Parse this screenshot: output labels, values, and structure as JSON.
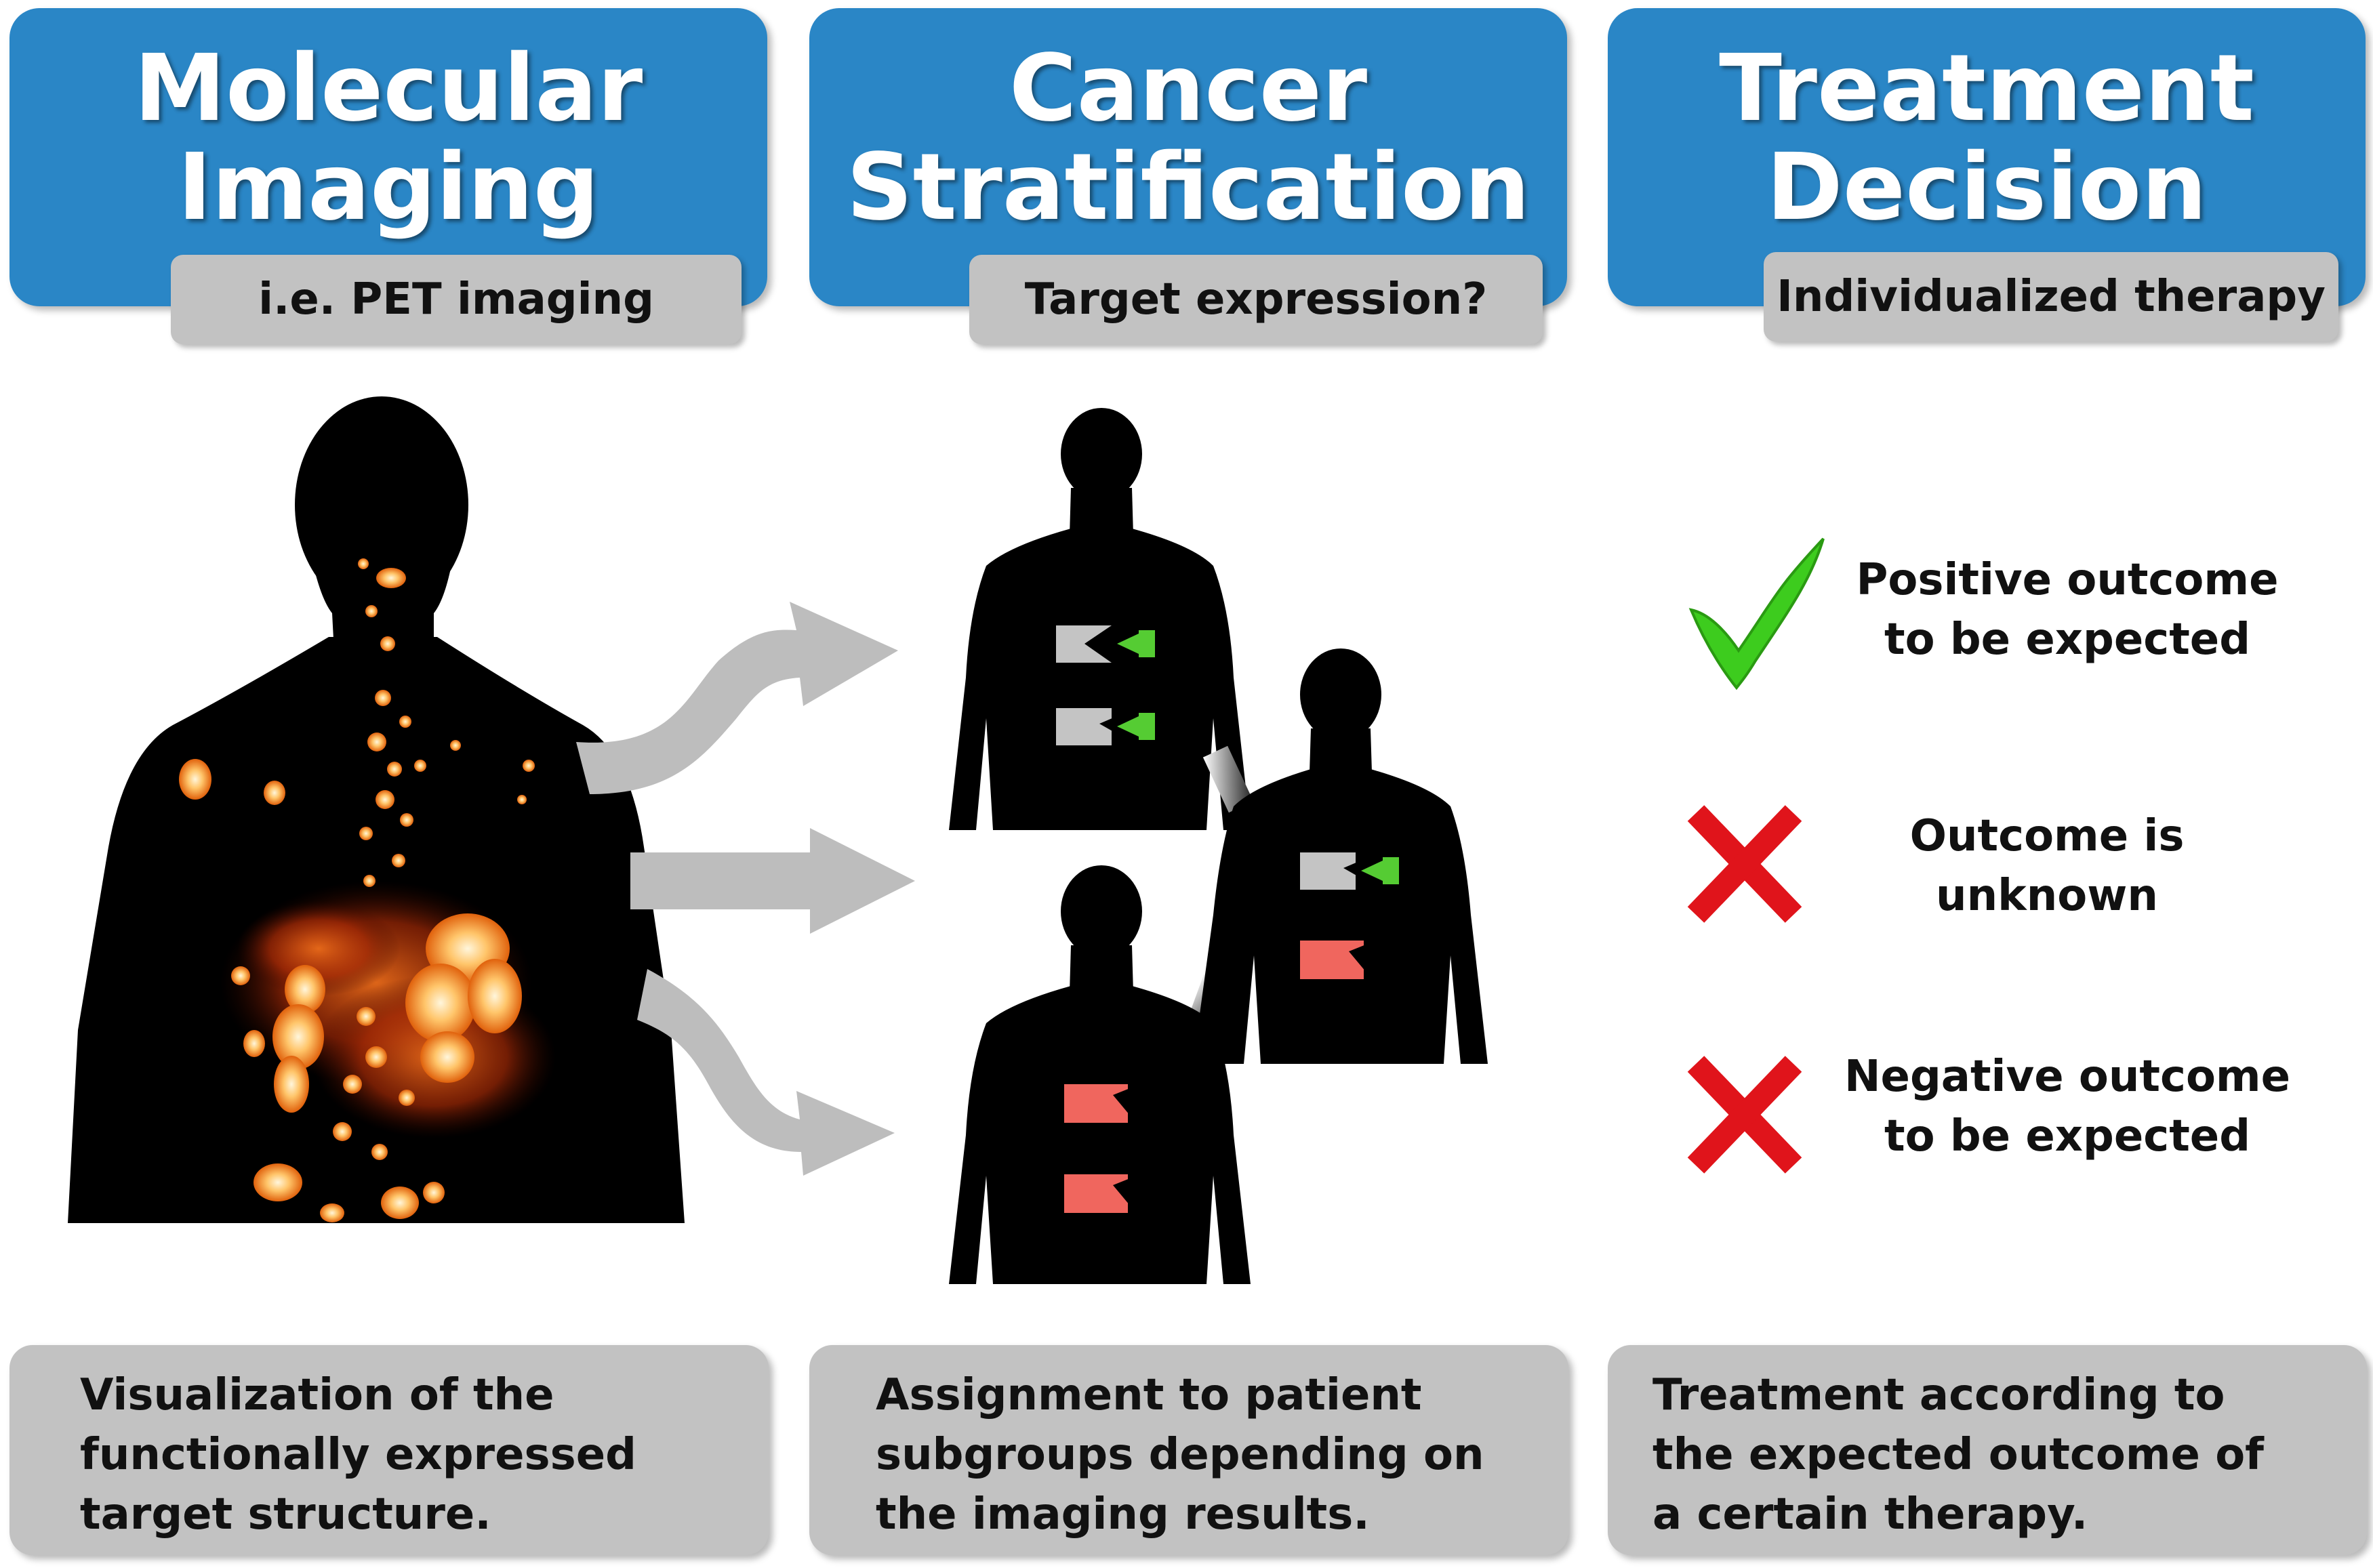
{
  "columns": [
    {
      "title": "Molecular\nImaging",
      "subtag": "i.e. PET imaging",
      "description": "Visualization of the\nfunctionally expressed\ntarget structure."
    },
    {
      "title": "Cancer\nStratification",
      "subtag": "Target expression?",
      "description": "Assignment to patient\nsubgroups depending on\nthe imaging results."
    },
    {
      "title": "Treatment\nDecision",
      "subtag": "Individualized therapy",
      "description": "Treatment according to\nthe expected outcome of\na certain therapy."
    }
  ],
  "outcomes": [
    {
      "icon": "green-check-icon",
      "text": "Positive outcome\nto be expected"
    },
    {
      "icon": "red-x-icon",
      "text": "Outcome is\nunknown"
    },
    {
      "icon": "red-x-icon",
      "text": "Negative outcome\nto be expected"
    }
  ],
  "colors": {
    "header_blue": "#2a86c6",
    "box_gray": "#c2c2c2",
    "arrow_gray": "#bdbdbd",
    "receptor_gray": "#c4c4c4",
    "ligand_green": "#55cc33",
    "receptor_red": "#f0665e",
    "check_green": "#3dcc1e",
    "cross_red": "#e0141b",
    "pet_uptake": "#ff8a1a"
  }
}
